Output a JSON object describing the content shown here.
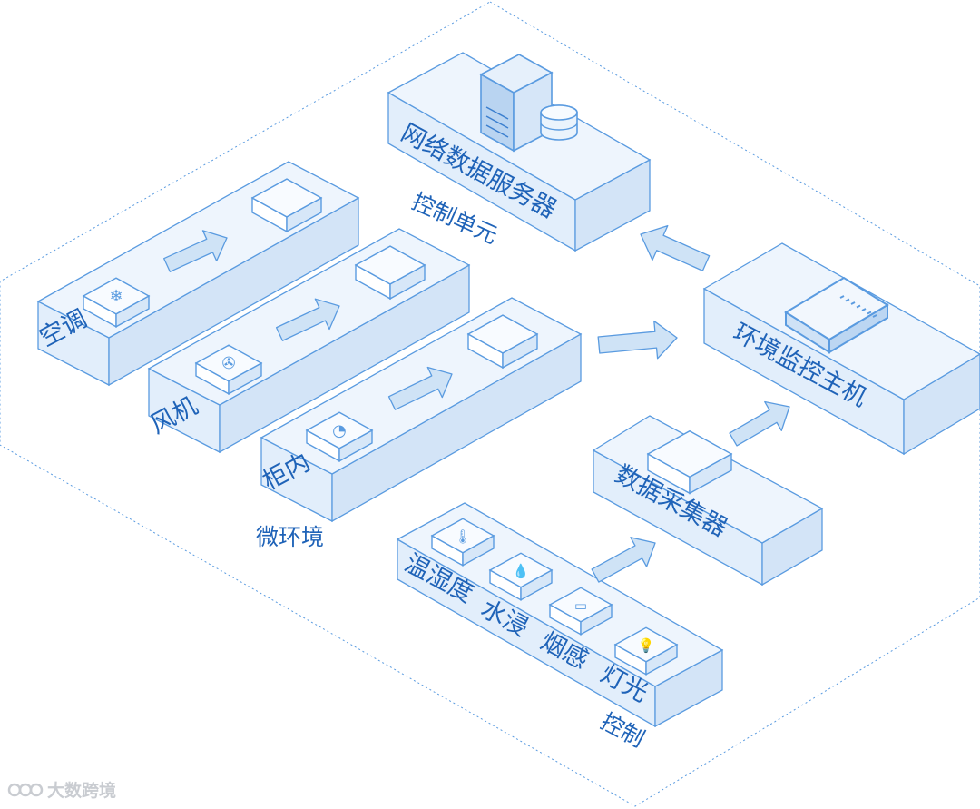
{
  "colors": {
    "stroke": "#5a9be0",
    "top": "#eef5fd",
    "front": "#e2eefb",
    "side": "#d3e4f7",
    "text": "#1f63b8",
    "arrow": "#cfe3f6",
    "watermark": "#c9ccd1"
  },
  "labels": {
    "aircon": "空调",
    "fan": "风机",
    "cabinet_line1": "柜内",
    "cabinet_line2": "微环境",
    "control_unit": "控制单元",
    "server": "网络数据服务器",
    "monitor_host": "环境监控主机",
    "collector": "数据采集器",
    "sensor_temp": "温湿度",
    "sensor_water": "水浸",
    "sensor_smoke": "烟感",
    "sensor_light_line1": "灯光",
    "sensor_light_line2": "控制"
  },
  "icons": {
    "aircon_device": "snowflake-icon",
    "fan_device": "fan-icon",
    "cabinet_device": "gauge-icon",
    "server": "server-tower-icon",
    "database": "database-icon",
    "monitor_host": "router-icon",
    "temp_sensor": "thermometer-icon",
    "water_sensor": "water-drop-icon",
    "smoke_sensor": "smoke-detector-icon",
    "light_sensor": "lightbulb-icon"
  },
  "watermark": {
    "text": "大数跨境"
  }
}
